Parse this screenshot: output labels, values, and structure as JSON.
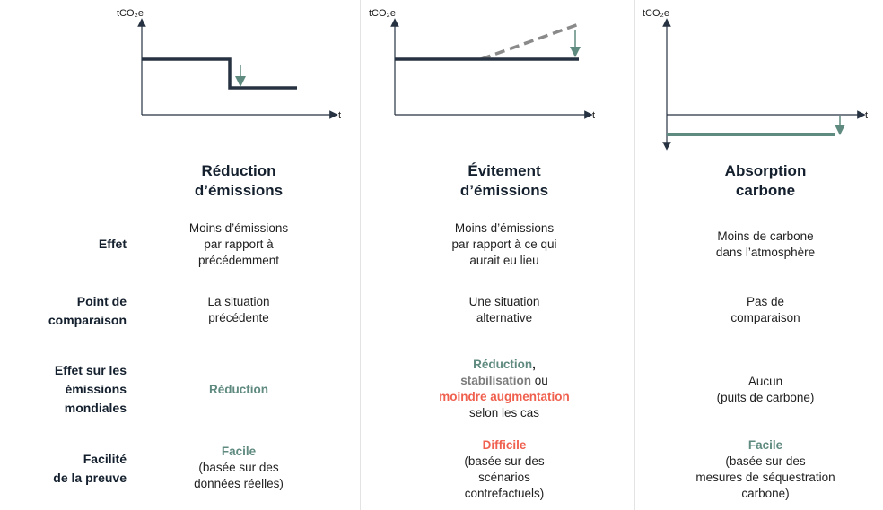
{
  "axis": {
    "y_label": "tCO₂e",
    "x_label": "t"
  },
  "colors": {
    "dark": "#263241",
    "green": "#5f8a7f",
    "grey": "#8a8a8a",
    "red": "#f0604f"
  },
  "columns": [
    {
      "title_lines": [
        "Réduction",
        "d’émissions"
      ]
    },
    {
      "title_lines": [
        "Évitement",
        "d’émissions"
      ]
    },
    {
      "title_lines": [
        "Absorption",
        "carbone"
      ]
    }
  ],
  "rows": {
    "effet": {
      "label_lines": [
        "Effet"
      ],
      "cells": [
        [
          "Moins d’émissions",
          "par rapport à",
          "précédemment"
        ],
        [
          "Moins d’émissions",
          "par rapport à ce qui",
          "aurait eu lieu"
        ],
        [
          "Moins de carbone",
          "dans l’atmosphère"
        ]
      ]
    },
    "point": {
      "label_lines": [
        "Point de",
        "comparaison"
      ],
      "cells": [
        [
          "La situation",
          "précédente"
        ],
        [
          "Une situation",
          "alternative"
        ],
        [
          "Pas de",
          "comparaison"
        ]
      ]
    },
    "mondial": {
      "label_lines": [
        "Effet sur les",
        "émissions",
        "mondiales"
      ],
      "col1": "Réduction",
      "col2": {
        "reduction": "Réduction",
        "comma": ",",
        "stabilisation": "stabilisation",
        "ou": " ou",
        "moindre": "moindre augmentation",
        "selon": "selon les cas"
      },
      "col3": [
        "Aucun",
        "(puits de carbone)"
      ]
    },
    "facilite": {
      "label_lines": [
        "Facilité",
        "de la preuve"
      ],
      "cells": [
        {
          "rating": "Facile",
          "lines": [
            "(basée sur des",
            "données réelles)"
          ]
        },
        {
          "rating": "Difficile",
          "lines": [
            "(basée sur des",
            "scénarios",
            "contrefactuels)"
          ]
        },
        {
          "rating": "Facile",
          "lines": [
            "(basée sur des",
            "mesures de séquestration",
            "carbone)"
          ]
        }
      ]
    }
  }
}
